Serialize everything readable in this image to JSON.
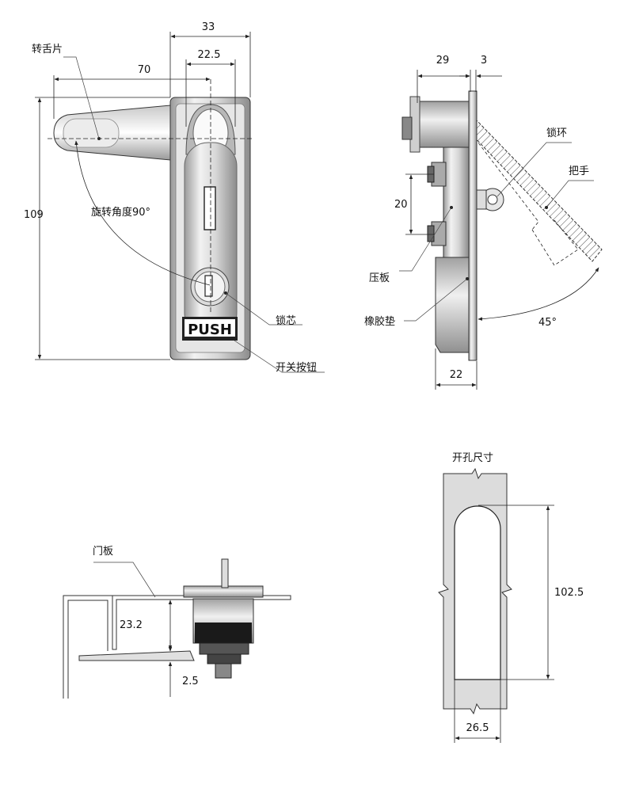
{
  "front_view": {
    "dimensions": {
      "total_height": "109",
      "handle_width": "33",
      "mid_width": "22.5",
      "tongue_reach": "70"
    },
    "labels": {
      "tongue": "转舌片",
      "rotation": "旋转角度90°",
      "lock_core": "锁芯",
      "switch_button": "开关按钮"
    },
    "push_text": "PUSH"
  },
  "side_view": {
    "dimensions": {
      "depth": "29",
      "plate": "3",
      "spacing": "20",
      "base_depth": "22",
      "angle": "45°"
    },
    "labels": {
      "lock_ring": "锁环",
      "handle": "把手",
      "press_plate": "压板",
      "rubber_pad": "橡胶垫"
    }
  },
  "install_view": {
    "label": "门板",
    "dimensions": {
      "door_gap": "23.2",
      "plate_thickness": "2.5"
    }
  },
  "cutout_view": {
    "title": "开孔尺寸",
    "dimensions": {
      "height": "102.5",
      "width": "26.5"
    }
  }
}
